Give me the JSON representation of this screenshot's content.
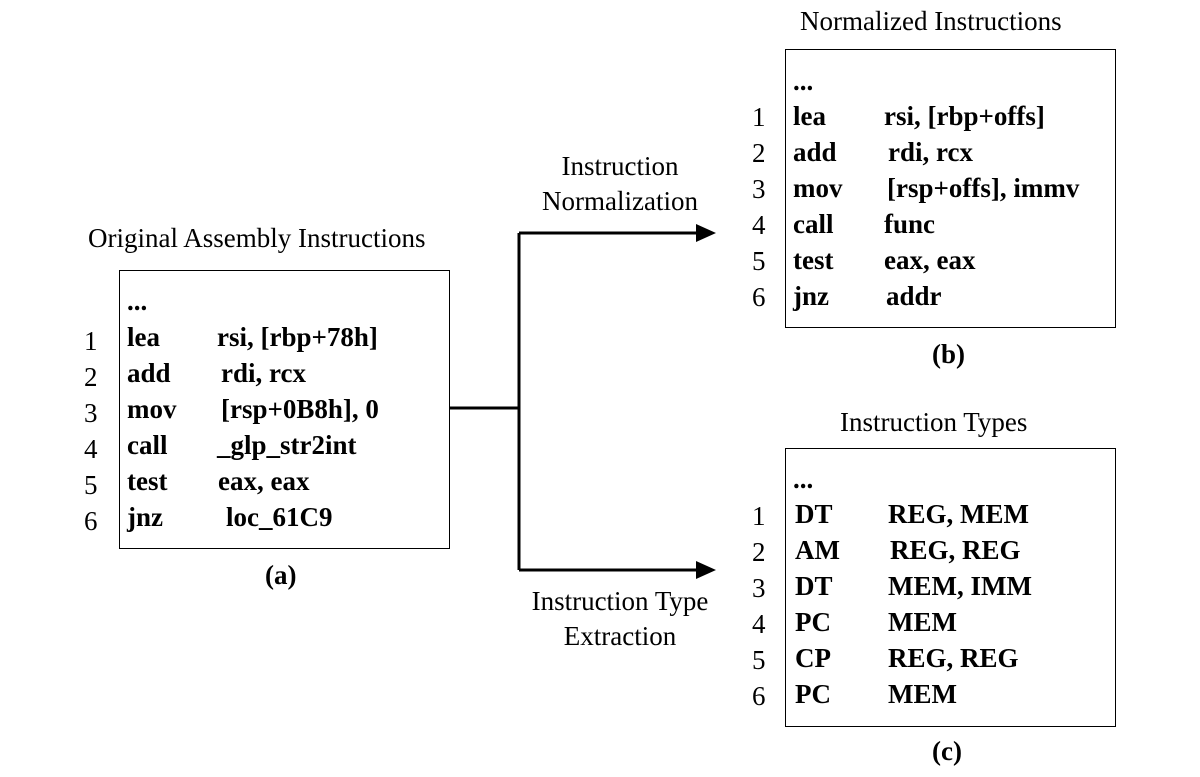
{
  "panel_a": {
    "title": "Original Assembly Instructions",
    "caption": "(a)",
    "ellipsis": "...",
    "rows": [
      {
        "num": "1",
        "op": "lea",
        "args": "rsi,   [rbp+78h]"
      },
      {
        "num": "2",
        "op": "add",
        "args": "rdi,  rcx"
      },
      {
        "num": "3",
        "op": "mov",
        "args": "[rsp+0B8h],  0"
      },
      {
        "num": "4",
        "op": "call",
        "args": "_glp_str2int"
      },
      {
        "num": "5",
        "op": "test",
        "args": "eax,  eax"
      },
      {
        "num": "6",
        "op": "jnz",
        "args": "loc_61C9"
      }
    ]
  },
  "panel_b": {
    "title": "Normalized Instructions",
    "caption": "(b)",
    "ellipsis": "...",
    "rows": [
      {
        "num": "1",
        "op": "lea",
        "args": "rsi,   [rbp+offs]"
      },
      {
        "num": "2",
        "op": "add",
        "args": "rdi,  rcx"
      },
      {
        "num": "3",
        "op": "mov",
        "args": "[rsp+offs],  immv"
      },
      {
        "num": "4",
        "op": "call",
        "args": "func"
      },
      {
        "num": "5",
        "op": "test",
        "args": "eax,  eax"
      },
      {
        "num": "6",
        "op": "jnz",
        "args": "addr"
      }
    ]
  },
  "panel_c": {
    "title": "Instruction Types",
    "caption": "(c)",
    "ellipsis": "...",
    "rows": [
      {
        "num": "1",
        "op": "DT",
        "args": "REG,  MEM"
      },
      {
        "num": "2",
        "op": "AM",
        "args": "REG,  REG"
      },
      {
        "num": "3",
        "op": "DT",
        "args": "MEM,  IMM"
      },
      {
        "num": "4",
        "op": "PC",
        "args": "MEM"
      },
      {
        "num": "5",
        "op": "CP",
        "args": "REG,  REG"
      },
      {
        "num": "6",
        "op": "PC",
        "args": "MEM"
      }
    ]
  },
  "arrows": {
    "upper_label_line1": "Instruction",
    "upper_label_line2": "Normalization",
    "lower_label_line1": "Instruction Type",
    "lower_label_line2": "Extraction"
  }
}
